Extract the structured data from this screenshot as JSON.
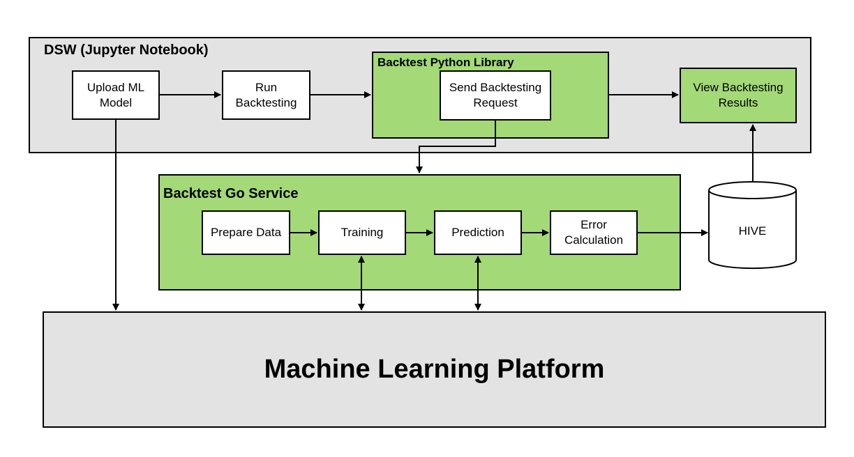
{
  "colors": {
    "container_gray": "#e3e3e3",
    "service_green": "#a3d977",
    "box_white": "#ffffff",
    "stroke": "#000000"
  },
  "dsw": {
    "title": "DSW (Jupyter Notebook)",
    "upload_model": "Upload ML\nModel",
    "run_backtesting": "Run\nBacktesting",
    "view_results": "View Backtesting\nResults"
  },
  "python_library": {
    "title": "Backtest Python Library",
    "send_request": "Send Backtesting\nRequest"
  },
  "go_service": {
    "title": "Backtest Go Service",
    "steps": [
      "Prepare Data",
      "Training",
      "Prediction",
      "Error\nCalculation"
    ]
  },
  "hive": {
    "label": "HIVE"
  },
  "platform": {
    "title": "Machine Learning Platform"
  }
}
